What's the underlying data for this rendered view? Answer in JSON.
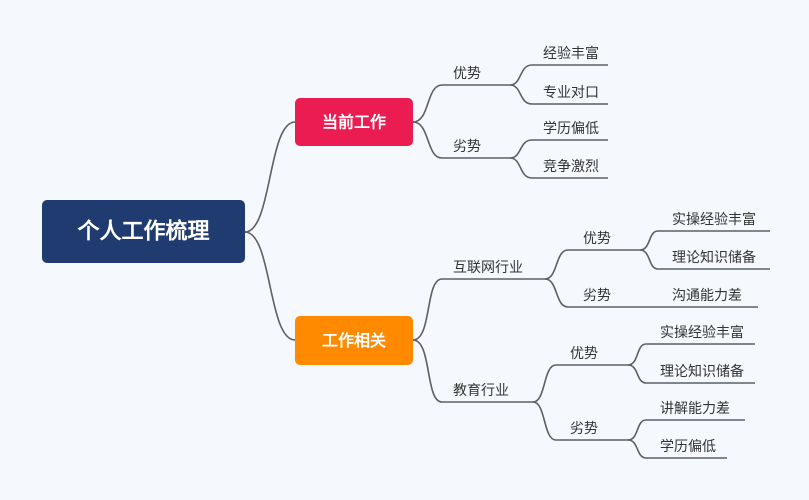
{
  "root": {
    "label": "个人工作梳理"
  },
  "branches": [
    {
      "label": "当前工作",
      "children": [
        {
          "label": "优势",
          "children": [
            {
              "label": "经验丰富"
            },
            {
              "label": "专业对口"
            }
          ]
        },
        {
          "label": "劣势",
          "children": [
            {
              "label": "学历偏低"
            },
            {
              "label": "竞争激烈"
            }
          ]
        }
      ]
    },
    {
      "label": "工作相关",
      "children": [
        {
          "label": "互联网行业",
          "children": [
            {
              "label": "优势",
              "children": [
                {
                  "label": "实操经验丰富"
                },
                {
                  "label": "理论知识储备"
                }
              ]
            },
            {
              "label": "劣势",
              "children": [
                {
                  "label": "沟通能力差"
                }
              ]
            }
          ]
        },
        {
          "label": "教育行业",
          "children": [
            {
              "label": "优势",
              "children": [
                {
                  "label": "实操经验丰富"
                },
                {
                  "label": "理论知识储备"
                }
              ]
            },
            {
              "label": "劣势",
              "children": [
                {
                  "label": "讲解能力差"
                },
                {
                  "label": "学历偏低"
                }
              ]
            }
          ]
        }
      ]
    }
  ],
  "colors": {
    "background": "#f5f8fc",
    "root": "#1f3b6f",
    "branch_current": "#ea1c51",
    "branch_related": "#ff8a00",
    "line": "#5b5f66",
    "text": "#333333",
    "box_text": "#ffffff"
  }
}
